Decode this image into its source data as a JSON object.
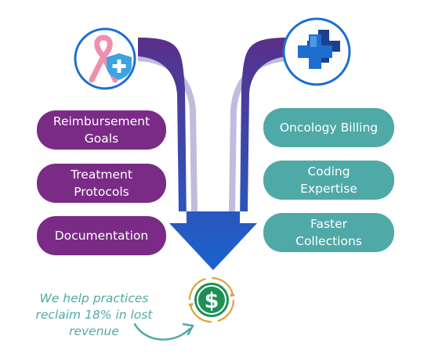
{
  "left_items": [
    {
      "label": "Reimbursement\nGoals"
    },
    {
      "label": "Treatment\nProtocols"
    },
    {
      "label": "Documentation"
    }
  ],
  "right_items": [
    {
      "label": "Oncology Billing"
    },
    {
      "label": "Coding\nExpertise"
    },
    {
      "label": "Faster\nCollections"
    }
  ],
  "tagline": "We help practices\nreclaim 18% in lost\nrevenue",
  "icons": {
    "left": "pink-ribbon-shield-icon",
    "right": "medical-cross-icon",
    "bottom": "dollar-coin-icon"
  },
  "colors": {
    "purple": "#7a2b86",
    "teal": "#4fa9a7",
    "arrow_top": "#5a2f8a",
    "arrow_bottom": "#1a63cf",
    "ribbon": "#ef8fb0",
    "shield": "#3da3e3",
    "cross": "#1c6fd0",
    "coin": "#1f8f58"
  }
}
